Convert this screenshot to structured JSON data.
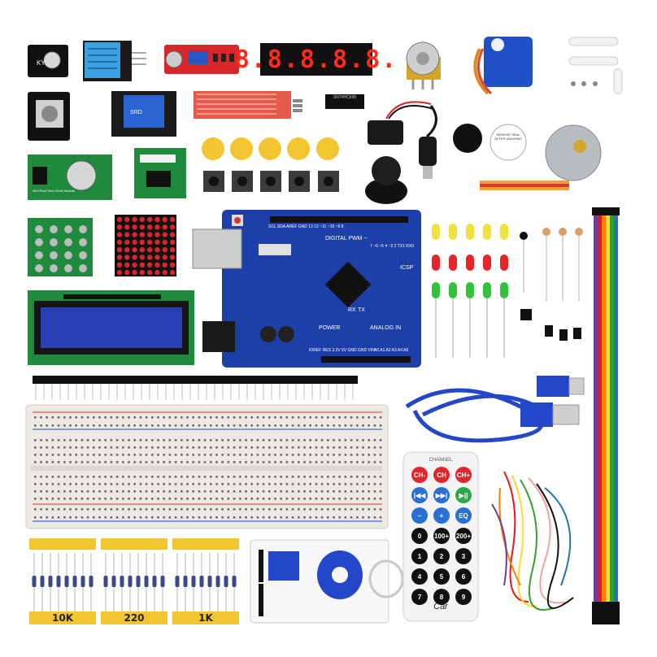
{
  "image": {
    "description_free": true
  },
  "seven_segment": {
    "digits": "8.8.8.8.8."
  },
  "small_module": {
    "label": "KY"
  },
  "rtc_module": {
    "caption": "Mini Real Time Clock Module"
  },
  "ic_chip": {
    "line1": "SN74HC595",
    "line2": ""
  },
  "servo_sticker": {
    "text": "REMOVE SEAL AFTER WASHING"
  },
  "arduino": {
    "digital_label": "DIGITAL PWM ~",
    "power_label": "POWER",
    "analog_label": "ANALOG IN",
    "icsp_label": "ICSP",
    "tx_label": "TX",
    "rx_label": "RX",
    "top_pins": "SCL SDA AREF GND 13 12 ~11 ~10 ~9 8",
    "side_pins": "7 ~6 ~5 4 ~3 2 TX1 RX0",
    "power_pins": "IOREF RES 3.3V 5V GND GND VIN",
    "analog_pins": "A0 A1 A2 A3 A4 A5"
  },
  "remote": {
    "top_label": "CHANNEL",
    "rows": [
      [
        "CH-",
        "CH",
        "CH+"
      ],
      [
        "|◀◀",
        "▶▶|",
        "▶||"
      ],
      [
        "−",
        "+",
        "EQ"
      ],
      [
        "0",
        "100+",
        "200+"
      ],
      [
        "1",
        "2",
        "3"
      ],
      [
        "4",
        "5",
        "6"
      ],
      [
        "7",
        "8",
        "9"
      ]
    ],
    "brand": "Car"
  },
  "resistor_strips": [
    {
      "value": "10K"
    },
    {
      "value": "220"
    },
    {
      "value": "1K"
    }
  ],
  "colors": {
    "pcb_blue": "#1d3fa8",
    "pcb_green": "#1f8a3c",
    "pcb_red": "#d8262a",
    "breadboard": "#ece8e2",
    "yellow_cap": "#f3c531"
  }
}
